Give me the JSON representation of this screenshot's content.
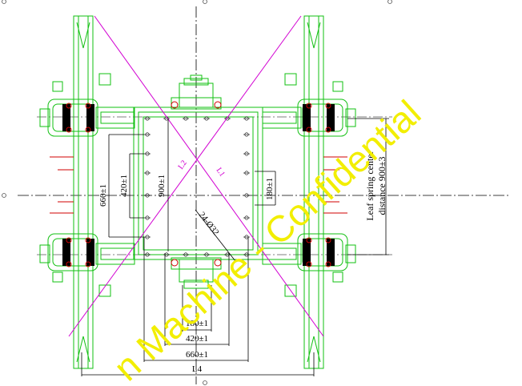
{
  "dimensions": {
    "d180_h": "180±1",
    "d420_h": "420±1",
    "d660_h": "660±1",
    "l4": "L4",
    "d660_v": "660±1",
    "d420_v": "420±1",
    "d900_v": "900±1",
    "d180_v": "180±1",
    "d232": "24-Ø32"
  },
  "notes": {
    "leaf_spring_line1": "Leaf spring center",
    "leaf_spring_line2": "distance 900±3"
  },
  "diagonal_labels": {
    "l1": "L1",
    "l2": "L2"
  },
  "watermark": "n Machine - Confidential",
  "colors": {
    "frame": "#12c012",
    "diagonal": "#d200d2",
    "dimension": "#000000",
    "watermark": "#f2ee00"
  }
}
